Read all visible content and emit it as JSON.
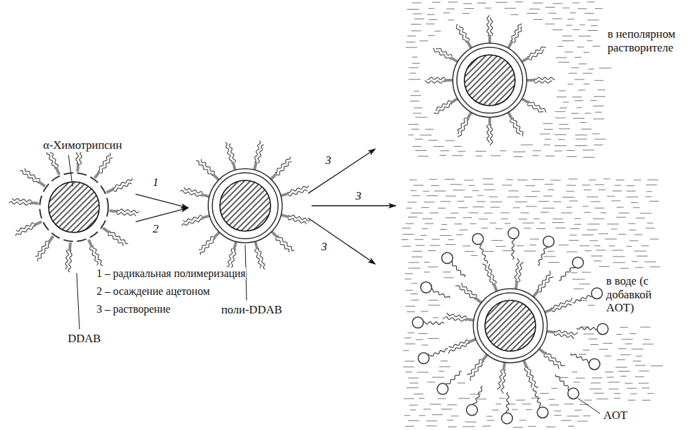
{
  "diagram": {
    "nodes": [
      {
        "text": [
          "α-Химотрипсин",
          "DDAB"
        ]
      },
      {
        "text": [
          "поли-DDAB"
        ]
      },
      {
        "text": [
          "в неполярном растворителе"
        ]
      },
      {
        "text": [
          "в воде (с добавкой AOT)",
          "AOT"
        ]
      }
    ],
    "edges": [
      {
        "from": 0,
        "to": 1,
        "arrow": "to",
        "label": "1"
      },
      {
        "from": 0,
        "to": 1,
        "arrow": "to",
        "label": "2"
      },
      {
        "from": 1,
        "to": 2,
        "arrow": "to",
        "label": "3"
      },
      {
        "from": 1,
        "to": 3,
        "arrow": "to",
        "label": "3"
      }
    ],
    "labels": [
      "3",
      "1 – радикальная полимеризация",
      "2 – осаждение ацетоном",
      "3 – растворение"
    ]
  }
}
